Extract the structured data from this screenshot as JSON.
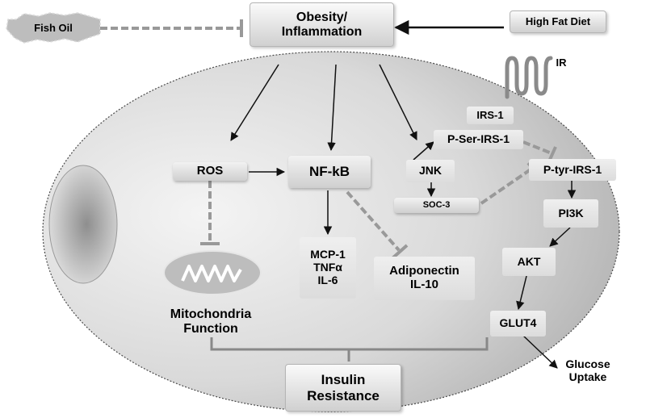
{
  "diagram": {
    "stimuli": {
      "fish_oil": "Fish Oil",
      "obesity": "Obesity/\nInflammation",
      "high_fat_diet": "High Fat Diet"
    },
    "receptor": {
      "label": "IR"
    },
    "inflammation_path": {
      "ros": "ROS",
      "nfkb": "NF-kB",
      "cytokines": "MCP-1\nTNFα\nIL-6",
      "anti": "Adiponectin\nIL-10",
      "mito": "Mitochondria\nFunction"
    },
    "insulin_path": {
      "irs1": "IRS-1",
      "pser": "P-Ser-IRS-1",
      "jnk": "JNK",
      "soc3": "SOC-3",
      "ptyr": "P-tyr-IRS-1",
      "pi3k": "PI3K",
      "akt": "AKT",
      "glut4": "GLUT4",
      "glucose": "Glucose\nUptake"
    },
    "outcome": "Insulin\nResistance"
  }
}
